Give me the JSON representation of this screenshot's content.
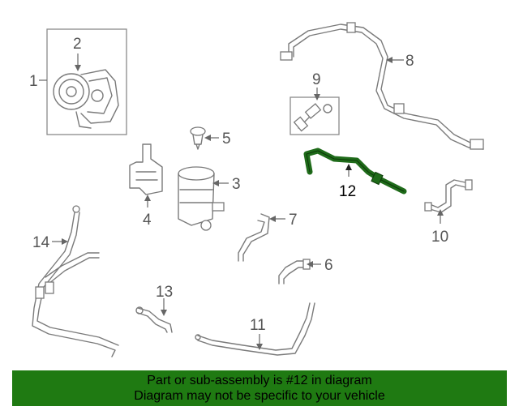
{
  "diagram": {
    "callouts": [
      {
        "id": "1",
        "label": "1"
      },
      {
        "id": "2",
        "label": "2"
      },
      {
        "id": "3",
        "label": "3"
      },
      {
        "id": "4",
        "label": "4"
      },
      {
        "id": "5",
        "label": "5"
      },
      {
        "id": "6",
        "label": "6"
      },
      {
        "id": "7",
        "label": "7"
      },
      {
        "id": "8",
        "label": "8"
      },
      {
        "id": "9",
        "label": "9"
      },
      {
        "id": "10",
        "label": "10"
      },
      {
        "id": "11",
        "label": "11"
      },
      {
        "id": "12",
        "label": "12"
      },
      {
        "id": "13",
        "label": "13"
      },
      {
        "id": "14",
        "label": "14"
      }
    ],
    "highlighted_part": "12",
    "highlight_color": "#1f6b1a"
  },
  "footer": {
    "line1": "Part or sub-assembly is #12 in diagram",
    "line2": "Diagram may not be specific to your vehicle",
    "background": "#1f7a12"
  }
}
